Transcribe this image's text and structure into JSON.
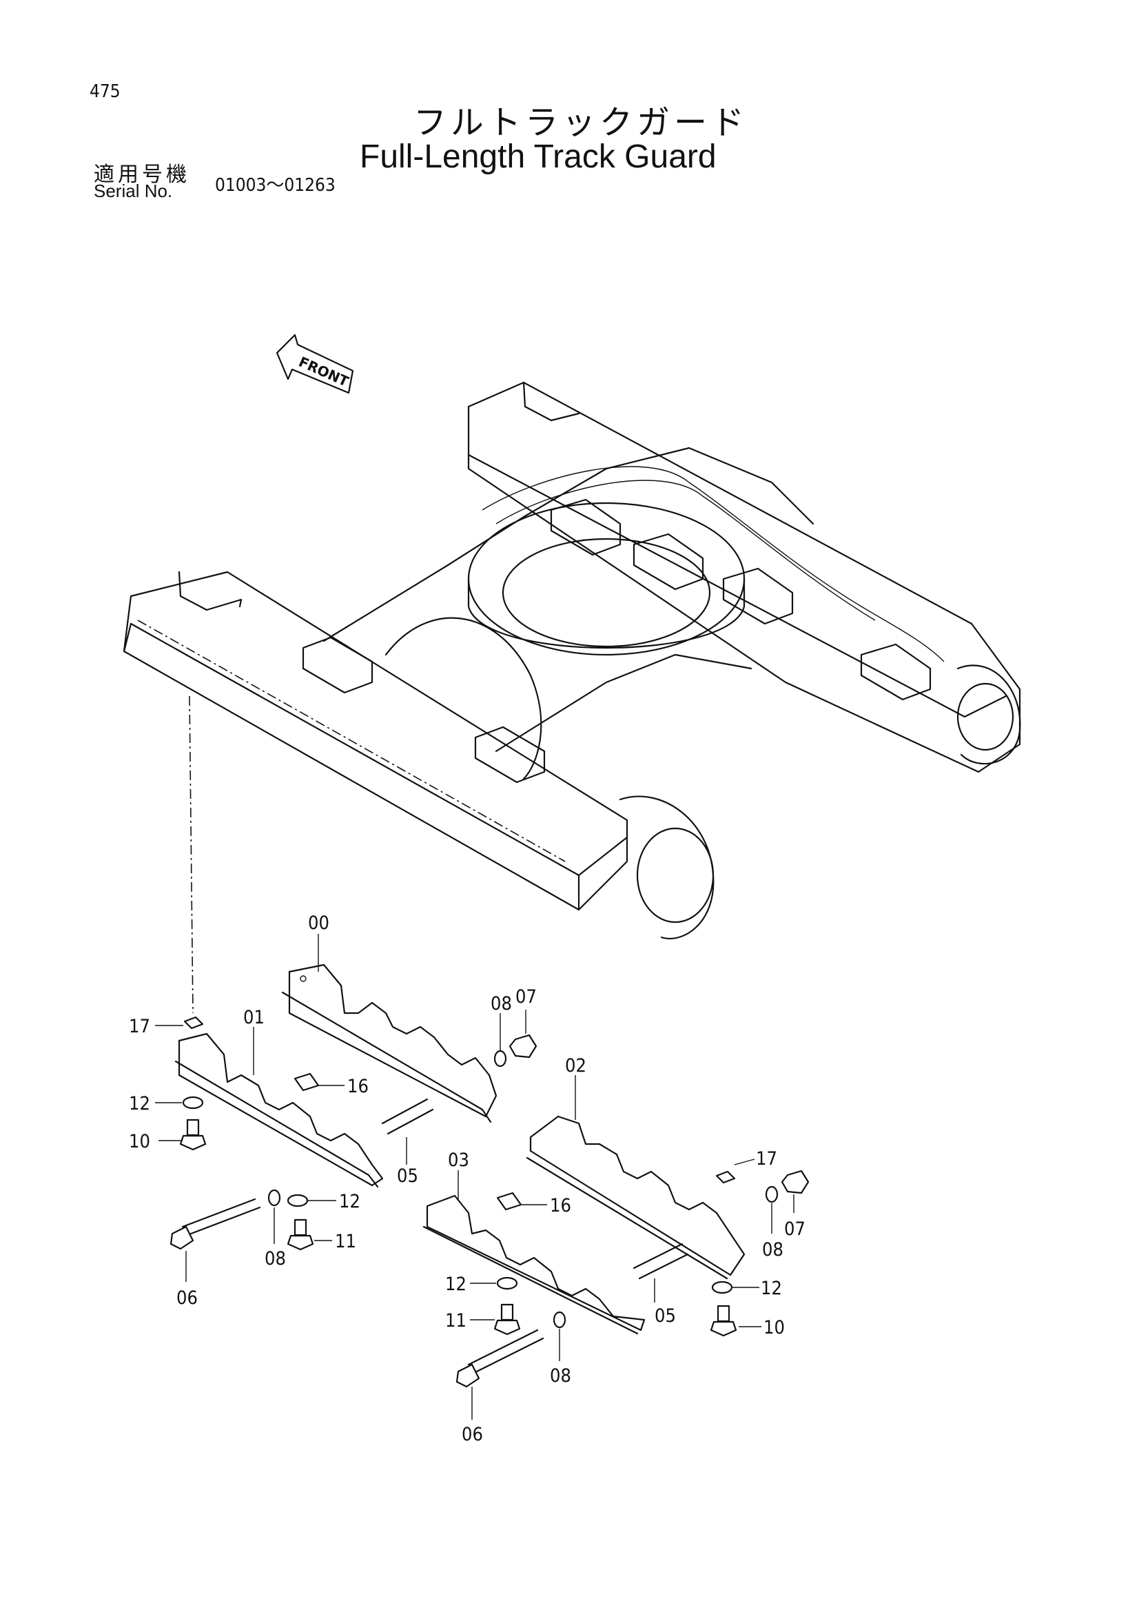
{
  "page_number": "475",
  "title_jp": "フルトラックガード",
  "title_en": "Full-Length Track Guard",
  "serial": {
    "label_jp": "適用号機",
    "label_en": "Serial No.",
    "range": "01003～01263"
  },
  "front_marker": "FRONT",
  "callouts": {
    "c00": "00",
    "c01": "01",
    "c02": "02",
    "c03": "03",
    "c05a": "05",
    "c05b": "05",
    "c06a": "06",
    "c06b": "06",
    "c07a": "07",
    "c07b": "07",
    "c08a": "08",
    "c08b": "08",
    "c08c": "08",
    "c08d": "08",
    "c10a": "10",
    "c10b": "10",
    "c11a": "11",
    "c11b": "11",
    "c12a": "12",
    "c12b": "12",
    "c12c": "12",
    "c12d": "12",
    "c16a": "16",
    "c16b": "16",
    "c17a": "17",
    "c17b": "17"
  }
}
